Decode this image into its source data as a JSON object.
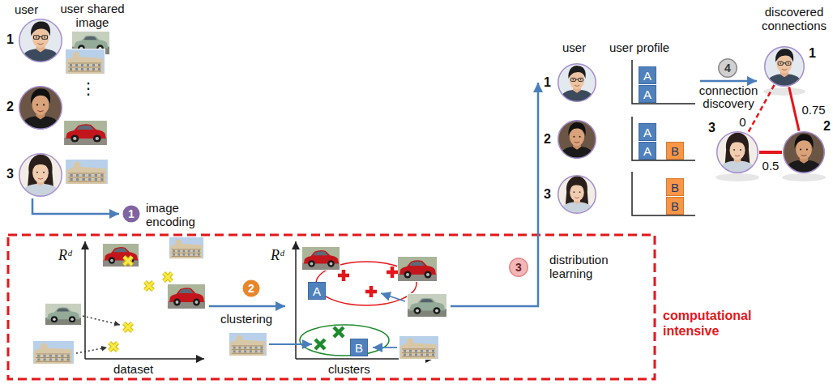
{
  "diagram": {
    "nodes": [
      {
        "text": [
          "1"
        ]
      },
      {
        "text": [
          "2"
        ]
      },
      {
        "text": [
          "3"
        ]
      },
      {
        "text": [
          "1"
        ]
      },
      {
        "text": [
          "2"
        ]
      },
      {
        "text": [
          "A"
        ]
      },
      {
        "text": [
          "B"
        ]
      },
      {
        "text": [
          "3"
        ]
      },
      {
        "text": [
          "1"
        ]
      },
      {
        "text": [
          "2"
        ]
      },
      {
        "text": [
          "3"
        ]
      },
      {
        "text": [
          "A"
        ]
      },
      {
        "text": [
          "A"
        ]
      },
      {
        "text": [
          "A"
        ]
      },
      {
        "text": [
          "A"
        ]
      },
      {
        "text": [
          "B"
        ]
      },
      {
        "text": [
          "B"
        ]
      },
      {
        "text": [
          "B"
        ]
      },
      {
        "text": [
          "4"
        ]
      },
      {
        "text": [
          "1"
        ]
      },
      {
        "text": [
          "3"
        ]
      },
      {
        "text": [
          "2"
        ]
      }
    ],
    "edges": [
      {
        "from": 19,
        "to": 21,
        "arrow": "none",
        "label": "0.75"
      },
      {
        "from": 19,
        "to": 20,
        "arrow": "none",
        "label": "0"
      },
      {
        "from": 20,
        "to": 21,
        "arrow": "none",
        "label": "0.5"
      }
    ],
    "labels": [
      "user",
      "user shared image",
      "⋮",
      "image encoding",
      "Rᵈ",
      "dataset",
      "clustering",
      "Rᵈ",
      "clusters",
      "distribution learning",
      "computational intensive",
      "user",
      "user profile",
      "connection discovery",
      "discovered connections"
    ]
  }
}
